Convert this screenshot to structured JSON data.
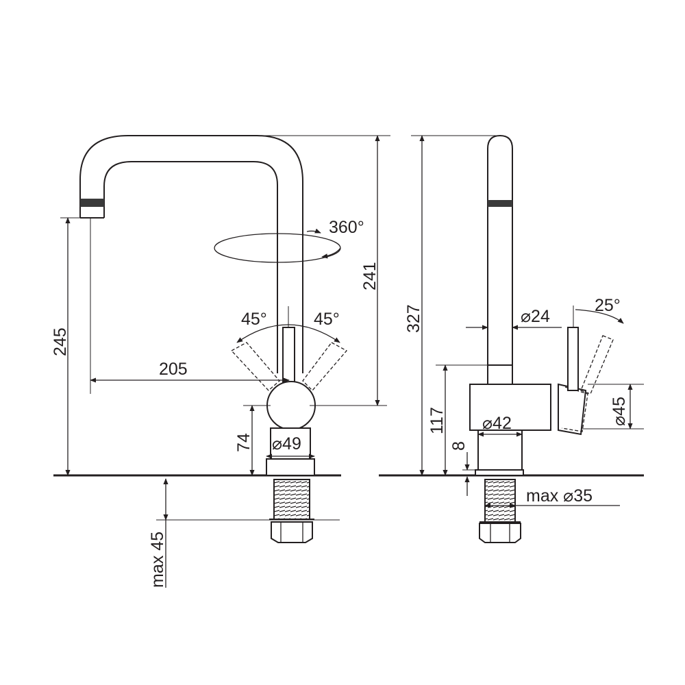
{
  "front_view": {
    "dims": {
      "spout_reach": "205",
      "spout_height": "245",
      "total_height": "241",
      "body_height": "74",
      "body_diameter": "⌀49",
      "rotation": "360°",
      "lever_left_angle": "45°",
      "lever_right_angle": "45°",
      "max_counter_thickness": "max 45"
    }
  },
  "side_view": {
    "dims": {
      "overall_height": "327",
      "body_height": "117",
      "base_height": "8",
      "spout_diameter": "⌀24",
      "body_diameter": "⌀42",
      "lever_hub_diameter": "⌀45",
      "lever_angle": "25°",
      "max_hole_diameter": "max ⌀35"
    }
  }
}
